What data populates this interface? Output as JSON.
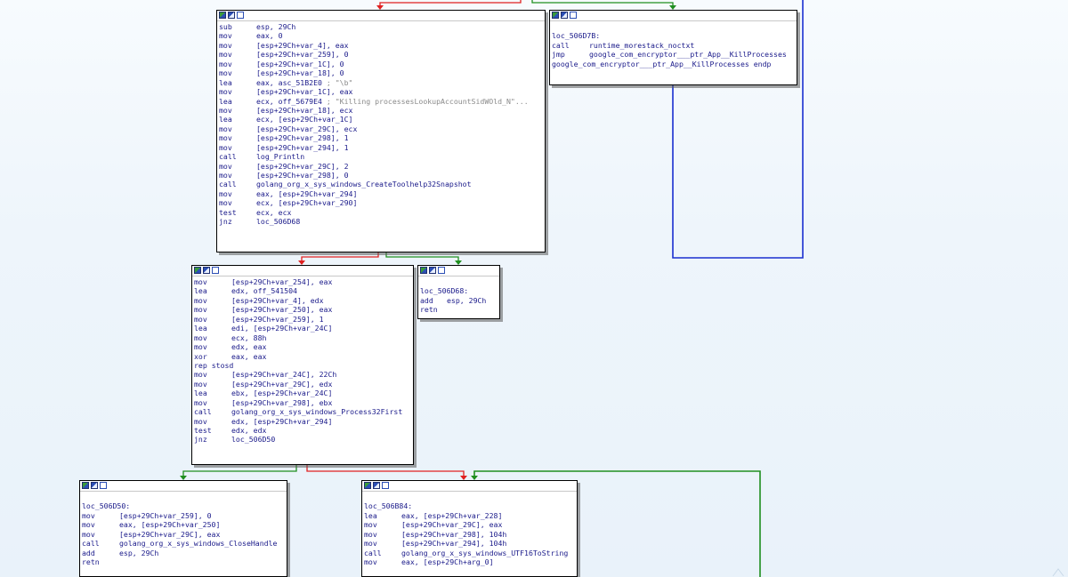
{
  "colors": {
    "edge_true": "#1f8f1f",
    "edge_false": "#e02020",
    "edge_uncond": "#1a2fd0",
    "text": "#1a1a8a",
    "comment": "#8a8a8a"
  },
  "header_icons": [
    "graph-overview-icon",
    "color-node-icon",
    "group-node-icon"
  ],
  "nodes": {
    "prologue": {
      "lines": [
        {
          "m": "sub",
          "o": "esp, 29Ch"
        },
        {
          "m": "mov",
          "o": "eax, 0"
        },
        {
          "m": "mov",
          "o": "[esp+29Ch+var_4], eax"
        },
        {
          "m": "mov",
          "o": "[esp+29Ch+var_259], 0"
        },
        {
          "m": "mov",
          "o": "[esp+29Ch+var_1C], 0"
        },
        {
          "m": "mov",
          "o": "[esp+29Ch+var_18], 0"
        },
        {
          "m": "lea",
          "o": "eax, asc_51B2E0 ; \"\\b\""
        },
        {
          "m": "mov",
          "o": "[esp+29Ch+var_1C], eax"
        },
        {
          "m": "lea",
          "o": "ecx, off_5679E4 ; \"Killing processesLookupAccountSidWOld_N\"..."
        },
        {
          "m": "mov",
          "o": "[esp+29Ch+var_18], ecx"
        },
        {
          "m": "lea",
          "o": "ecx, [esp+29Ch+var_1C]"
        },
        {
          "m": "mov",
          "o": "[esp+29Ch+var_29C], ecx"
        },
        {
          "m": "mov",
          "o": "[esp+29Ch+var_298], 1"
        },
        {
          "m": "mov",
          "o": "[esp+29Ch+var_294], 1"
        },
        {
          "m": "call",
          "o": "log_Println"
        },
        {
          "m": "mov",
          "o": "[esp+29Ch+var_29C], 2"
        },
        {
          "m": "mov",
          "o": "[esp+29Ch+var_298], 0"
        },
        {
          "m": "call",
          "o": "golang_org_x_sys_windows_CreateToolhelp32Snapshot"
        },
        {
          "m": "mov",
          "o": "eax, [esp+29Ch+var_294]"
        },
        {
          "m": "mov",
          "o": "ecx, [esp+29Ch+var_290]"
        },
        {
          "m": "test",
          "o": "ecx, ecx"
        },
        {
          "m": "jnz",
          "o": "loc_506D68"
        }
      ]
    },
    "morestack": {
      "lines": [
        {
          "blank": true
        },
        {
          "single": "loc_506D7B:"
        },
        {
          "m": "call",
          "o": "runtime_morestack_noctxt"
        },
        {
          "m": "jmp",
          "o": "google_com_encryptor___ptr_App__KillProcesses"
        },
        {
          "single": "google_com_encryptor___ptr_App__KillProcesses endp"
        }
      ]
    },
    "first": {
      "lines": [
        {
          "m": "mov",
          "o": "[esp+29Ch+var_254], eax"
        },
        {
          "m": "lea",
          "o": "edx, off_541504"
        },
        {
          "m": "mov",
          "o": "[esp+29Ch+var_4], edx"
        },
        {
          "m": "mov",
          "o": "[esp+29Ch+var_250], eax"
        },
        {
          "m": "mov",
          "o": "[esp+29Ch+var_259], 1"
        },
        {
          "m": "lea",
          "o": "edi, [esp+29Ch+var_24C]"
        },
        {
          "m": "mov",
          "o": "ecx, 88h"
        },
        {
          "m": "mov",
          "o": "edx, eax"
        },
        {
          "m": "xor",
          "o": "eax, eax"
        },
        {
          "single": "rep stosd"
        },
        {
          "m": "mov",
          "o": "[esp+29Ch+var_24C], 22Ch"
        },
        {
          "m": "mov",
          "o": "[esp+29Ch+var_29C], edx"
        },
        {
          "m": "lea",
          "o": "ebx, [esp+29Ch+var_24C]"
        },
        {
          "m": "mov",
          "o": "[esp+29Ch+var_298], ebx"
        },
        {
          "m": "call",
          "o": "golang_org_x_sys_windows_Process32First"
        },
        {
          "m": "mov",
          "o": "edx, [esp+29Ch+var_294]"
        },
        {
          "m": "test",
          "o": "edx, edx"
        },
        {
          "m": "jnz",
          "o": "loc_506D50"
        }
      ]
    },
    "epilogue": {
      "lines": [
        {
          "blank": true
        },
        {
          "single": "loc_506D68:"
        },
        {
          "m": "add",
          "o": "esp, 29Ch"
        },
        {
          "single": "retn"
        }
      ]
    },
    "closehandle": {
      "lines": [
        {
          "blank": true
        },
        {
          "single": "loc_506D50:"
        },
        {
          "m": "mov",
          "o": "[esp+29Ch+var_259], 0"
        },
        {
          "m": "mov",
          "o": "eax, [esp+29Ch+var_250]"
        },
        {
          "m": "mov",
          "o": "[esp+29Ch+var_29C], eax"
        },
        {
          "m": "call",
          "o": "golang_org_x_sys_windows_CloseHandle"
        },
        {
          "m": "add",
          "o": "esp, 29Ch"
        },
        {
          "single": "retn"
        }
      ]
    },
    "loop": {
      "lines": [
        {
          "blank": true
        },
        {
          "single": "loc_506B84:"
        },
        {
          "m": "lea",
          "o": "eax, [esp+29Ch+var_228]"
        },
        {
          "m": "mov",
          "o": "[esp+29Ch+var_29C], eax"
        },
        {
          "m": "mov",
          "o": "[esp+29Ch+var_298], 104h"
        },
        {
          "m": "mov",
          "o": "[esp+29Ch+var_294], 104h"
        },
        {
          "m": "call",
          "o": "golang_org_x_sys_windows_UTF16ToString"
        },
        {
          "m": "mov",
          "o": "eax, [esp+29Ch+arg_0]"
        }
      ]
    }
  }
}
